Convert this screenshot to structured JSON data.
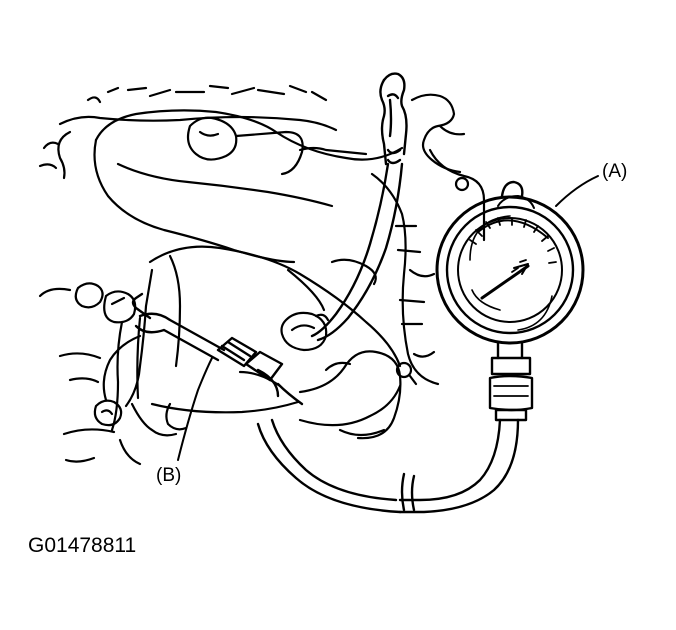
{
  "callouts": {
    "gauge": "(A)",
    "adapter_hose": "(B)"
  },
  "figure_id": "G01478811",
  "colors": {
    "ink": "#000000",
    "paper": "#ffffff"
  }
}
